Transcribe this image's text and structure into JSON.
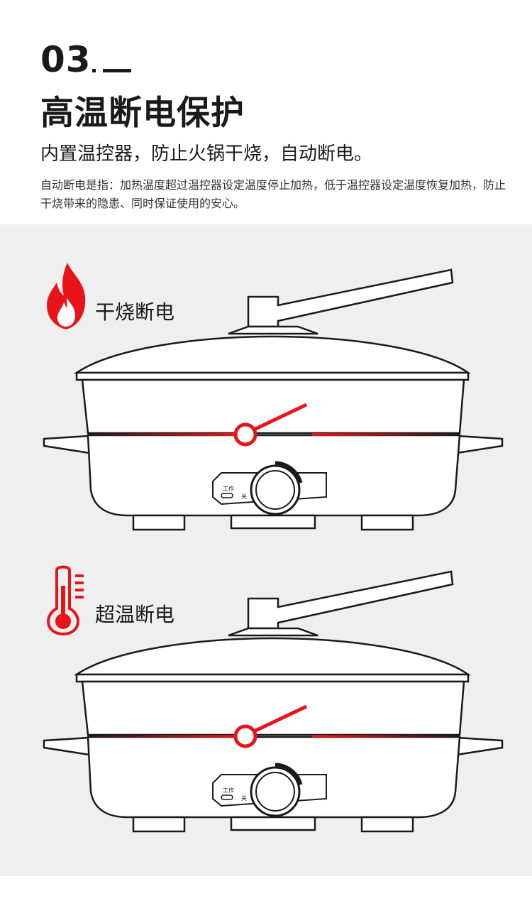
{
  "section": {
    "number": "03",
    "title": "高温断电保护",
    "subtitle": "内置温控器，防止火锅干烧，自动断电。",
    "description": "自动断电是指：加热温度超过温控器设定温度停止加热，低于温控器设定温度恢复加热，防止干烧带来的隐患、同时保证使用的安心。"
  },
  "features": [
    {
      "label": "干烧断电",
      "icon": "flame-icon"
    },
    {
      "label": "超温断电",
      "icon": "thermometer-icon"
    }
  ],
  "appliance": {
    "work_label": "工作",
    "off_label": "关"
  },
  "colors": {
    "accent_red": "#e8141a",
    "panel_bg": "#efefef",
    "line": "#1a1a1a"
  }
}
